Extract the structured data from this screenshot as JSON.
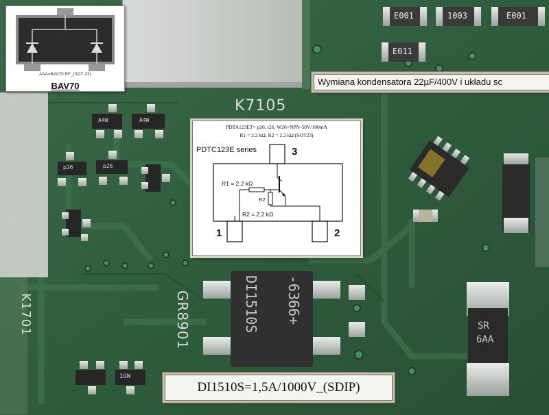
{
  "bav_inset": {
    "title": "BAV70",
    "package_text": "AAA=BAV70 RF_(SOT-23)"
  },
  "pdtc_inset": {
    "header_line1": "PDTA123ET= p26; t26; W26=NPN-50V/100mA",
    "header_line2": "R1 = 2.2 kΩ, R2 = 2.2 kΩ (SOT23)",
    "series": "PDTC123E series",
    "pin1": "1",
    "pin2": "2",
    "pin3": "3",
    "r1_label": "R1 = 2.2 kΩ",
    "r2_short": "R2",
    "r2_label": "R2 = 2.2 kΩ"
  },
  "caption_top": "Wymiana kondensatora 22µF/400V i układu sc",
  "caption_bottom": "DI1510S=1,5A/1000V_(SDIP)",
  "silkscreen": {
    "k7105": "K7105",
    "gr8901": "GR8901",
    "k1701": "K1701"
  },
  "chip_markings": {
    "cap1": "E001",
    "cap2": "1003",
    "cap3": "E001",
    "cap4": "E011",
    "bridge_line1": "-6366+",
    "bridge_line2": "DI1510S",
    "diode_line1": "SR",
    "diode_line2": "6AA",
    "sot_a": "A4W",
    "sot_b": "A4W",
    "sot_c": "p26",
    "sot_d": "p26",
    "sot_e": "1GW"
  },
  "colors": {
    "pcb_green": "#2e5a3c",
    "pcb_light": "#3f6f4c",
    "label_bg": "#f4f4f1",
    "frame": "#c7bfa9"
  }
}
